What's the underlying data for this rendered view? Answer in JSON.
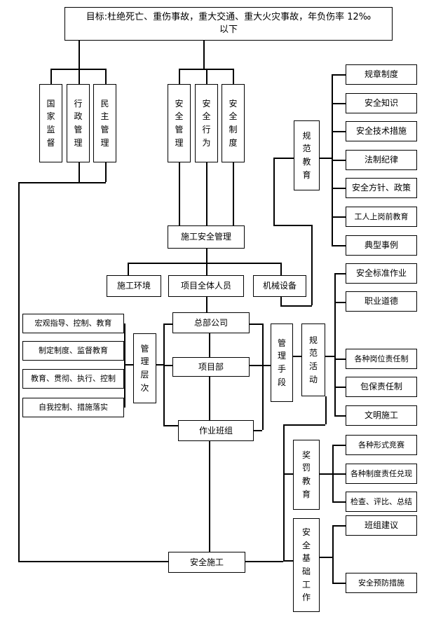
{
  "goal": {
    "line1": "目标:杜绝死亡、重伤事故，重大交通、重大火灾事故，年负伤率 12‰",
    "line2": "以下"
  },
  "supervision": {
    "state": [
      "国",
      "家",
      "监",
      "督"
    ],
    "admin": [
      "行",
      "政",
      "管",
      "理"
    ],
    "democratic": [
      "民",
      "主",
      "管",
      "理"
    ]
  },
  "safety_pillars": {
    "management": [
      "安",
      "全",
      "管",
      "理"
    ],
    "behavior": [
      "安",
      "全",
      "行",
      "为"
    ],
    "system": [
      "安",
      "全",
      "制",
      "度"
    ]
  },
  "construction_safety_management": "施工安全管理",
  "level2": {
    "environment": "施工环境",
    "all_personnel": "项目全体人员",
    "machinery": "机械设备"
  },
  "org": {
    "hq": "总部公司",
    "project_dept": "项目部",
    "work_team": "作业班组"
  },
  "management_levels": {
    "label": [
      "管",
      "理",
      "层",
      "次"
    ],
    "items": [
      "宏观指导、控制、教育",
      "制定制度、监督教育",
      "教育、贯彻、执行、控制",
      "自我控制、措施落实"
    ]
  },
  "management_means": {
    "label": [
      "管",
      "理",
      "手",
      "段"
    ]
  },
  "standardized_education": {
    "label": [
      "规",
      "范",
      "教",
      "育"
    ],
    "items": [
      "规章制度",
      "安全知识",
      "安全技术措施",
      "法制纪律",
      "安全方针、政策",
      "工人上岗前教育",
      "典型事例"
    ]
  },
  "standardized_activities": {
    "label": [
      "规",
      "范",
      "活",
      "动"
    ],
    "items": [
      "安全标准作业",
      "职业道德",
      "各种岗位责任制",
      "包保责任制",
      "文明施工"
    ]
  },
  "reward_penalty": {
    "label": [
      "奖",
      "罚",
      "教",
      "育"
    ],
    "items": [
      "各种形式竞赛",
      "各种制度责任兑现",
      "检查、评比、总结"
    ]
  },
  "safety_foundation": {
    "label": [
      "安",
      "全",
      "基",
      "础",
      "工",
      "作"
    ],
    "items": [
      "班组建议",
      "安全预防措施"
    ]
  },
  "safe_construction": "安全施工"
}
